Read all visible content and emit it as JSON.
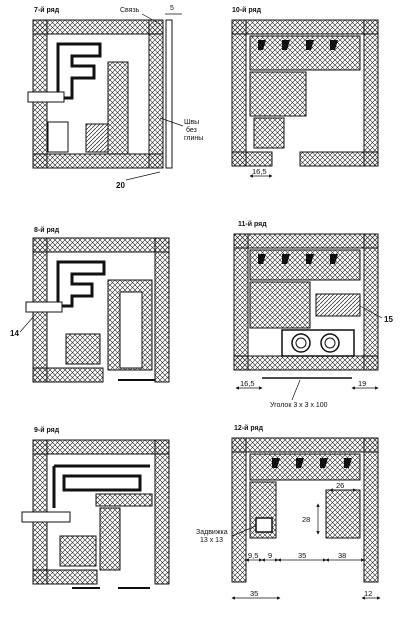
{
  "rows": [
    {
      "id": "r7",
      "title": "7-й ряд"
    },
    {
      "id": "r10",
      "title": "10-й ряд"
    },
    {
      "id": "r8",
      "title": "8-й ряд"
    },
    {
      "id": "r11",
      "title": "11-й ряд"
    },
    {
      "id": "r9",
      "title": "9-й ряд"
    },
    {
      "id": "r12",
      "title": "12-й ряд"
    }
  ],
  "labels": {
    "svyaz": "Связь",
    "dim5": "5",
    "shvy1": "Швы",
    "shvy2": "без",
    "shvy3": "глины",
    "n20": "20",
    "n14": "14",
    "n15": "15",
    "ugolok": "Уголок 3 х 3 х 100",
    "zadvizhka1": "Задвижка",
    "zadvizhka2": "13 х 13"
  },
  "dims": {
    "d165a": "16,5",
    "d165b": "16,5",
    "d19": "19",
    "d26": "26",
    "d28": "28",
    "d95": "9,5",
    "d9": "9",
    "d35a": "35",
    "d38": "38",
    "d35b": "35",
    "d12": "12"
  }
}
